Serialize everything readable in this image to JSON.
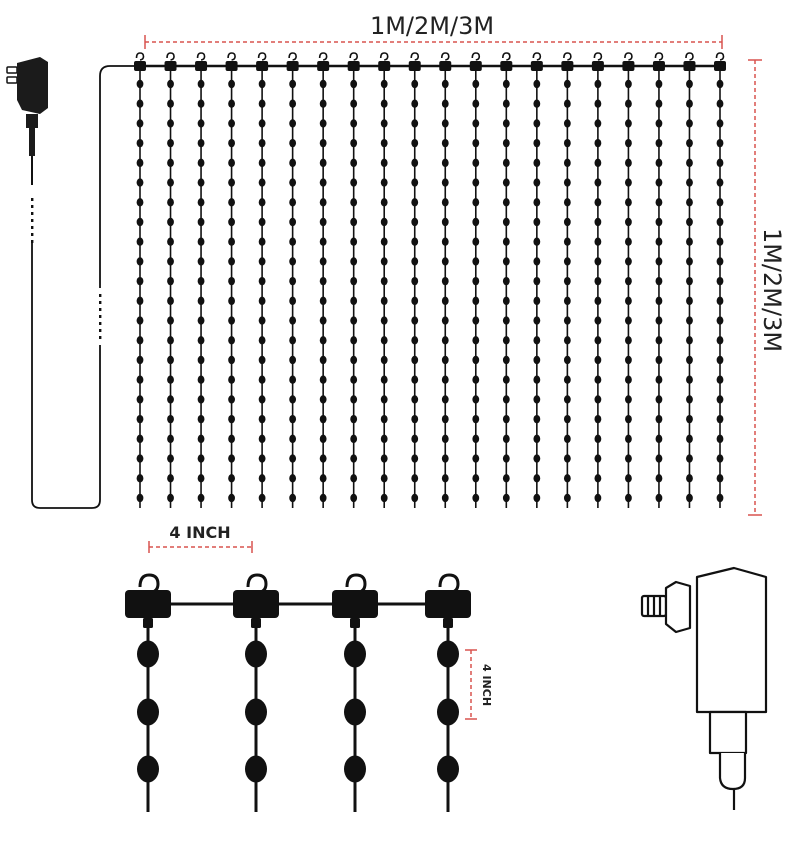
{
  "labels": {
    "top_width": "1M/2M/3M",
    "right_height": "1M/2M/3M",
    "detail_spacing_horizontal": "4 INCH",
    "detail_spacing_vertical": "4 INCH"
  },
  "curtain": {
    "strand_count": 20,
    "bulbs_per_strand": 22
  },
  "detail": {
    "strand_count": 4,
    "bulbs_per_strand": 3
  },
  "colors": {
    "line": "#111111",
    "dimension": "#d9534f",
    "text": "#222222"
  },
  "icons": {
    "plug": "power-adapter-icon",
    "hook": "hook-icon",
    "bulb": "led-bulb-icon"
  }
}
